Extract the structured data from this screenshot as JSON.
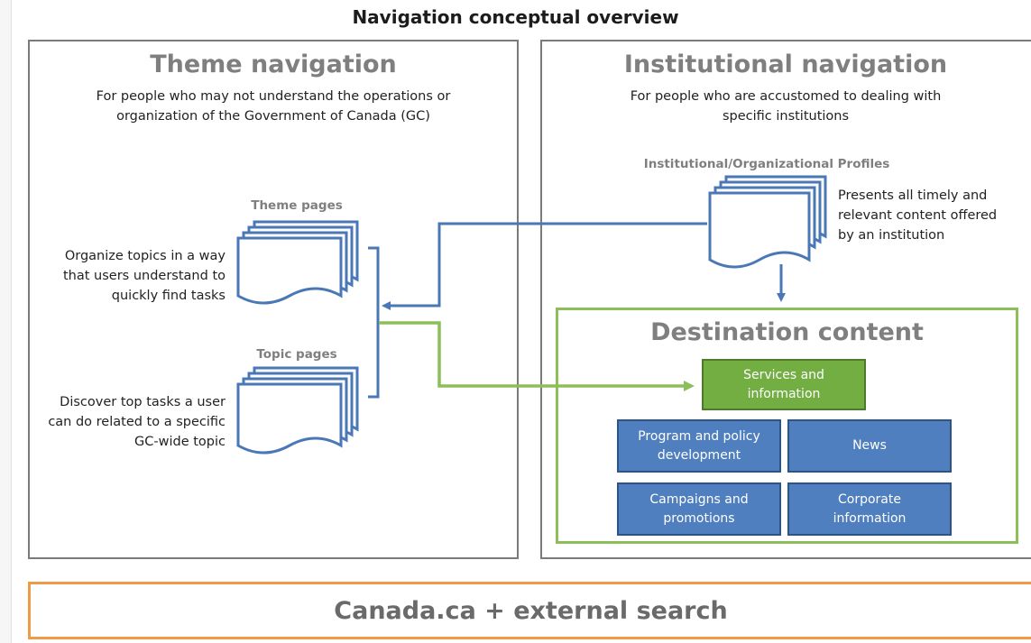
{
  "title": "Navigation conceptual overview",
  "theme": {
    "heading": "Theme navigation",
    "subtitle_line1": "For people who may not understand the operations or",
    "subtitle_line2": "organization of the Government  of Canada (GC)",
    "theme_pages": {
      "label": "Theme pages",
      "desc_line1": "Organize topics in a way",
      "desc_line2": "that users understand to",
      "desc_line3": "quickly find tasks"
    },
    "topic_pages": {
      "label": "Topic pages",
      "desc_line1": "Discover top tasks a user",
      "desc_line2": "can do related to a specific",
      "desc_line3": "GC-wide topic"
    }
  },
  "institutional": {
    "heading": "Institutional navigation",
    "subtitle_line1": "For people who are accustomed to dealing with",
    "subtitle_line2": "specific institutions",
    "profiles": {
      "label": "Institutional/Organizational  Profiles",
      "desc_line1": "Presents all timely and",
      "desc_line2": "relevant content offered",
      "desc_line3": "by an institution"
    }
  },
  "destination": {
    "heading": "Destination content",
    "services": "Services and\ninformation",
    "program": "Program and policy\ndevelopment",
    "news": "News",
    "campaigns": "Campaigns and\npromotions",
    "corporate": "Corporate\ninformation"
  },
  "search": "Canada.ca + external search",
  "colors": {
    "blue_arrow": "#4a78b6",
    "green_arrow": "#8cbf59",
    "blue_box": "#4f7fbe",
    "green_box": "#72ae41",
    "search_border": "#ef9a47",
    "panel_border": "#7a7a7a"
  },
  "icons": [
    "document-stack-icon",
    "arrow-icon"
  ]
}
